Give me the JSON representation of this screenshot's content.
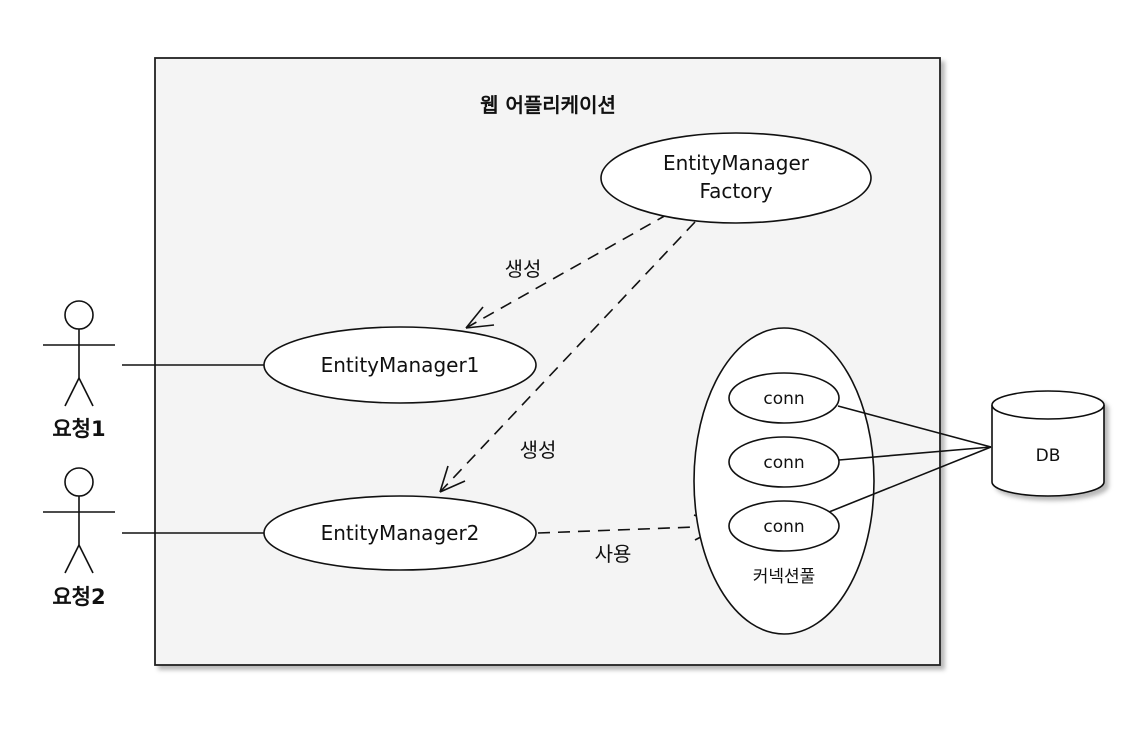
{
  "diagram": {
    "container_title": "웹 어플리케이션",
    "factory": {
      "line1": "EntityManager",
      "line2": "Factory"
    },
    "manager1": "EntityManager1",
    "manager2": "EntityManager2",
    "create_label_1": "생성",
    "create_label_2": "생성",
    "use_label": "사용",
    "pool": {
      "conn1": "conn",
      "conn2": "conn",
      "conn3": "conn",
      "label": "커넥션풀"
    },
    "db": "DB",
    "actors": {
      "actor1": "요청1",
      "actor2": "요청2"
    }
  }
}
